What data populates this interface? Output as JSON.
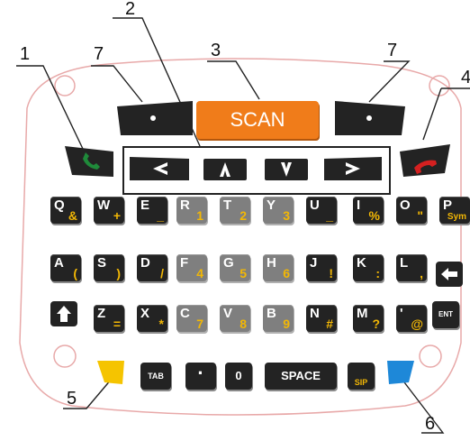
{
  "callouts": {
    "c1": "1",
    "c2": "2",
    "c3": "3",
    "c4": "4",
    "c5": "5",
    "c6": "6",
    "c7a": "7",
    "c7b": "7"
  },
  "scan_label": "SCAN",
  "space_label": "SPACE",
  "tab_label": "TAB",
  "ent_label": "ENT",
  "zero_label": "0",
  "sip_label": "SIP",
  "rows": [
    [
      {
        "p": "Q",
        "s": "&"
      },
      {
        "p": "W",
        "s": "+"
      },
      {
        "p": "E",
        "s": "_"
      },
      {
        "p": "R",
        "s": "1",
        "g": true
      },
      {
        "p": "T",
        "s": "2",
        "g": true
      },
      {
        "p": "Y",
        "s": "3",
        "g": true
      },
      {
        "p": "U",
        "s": "_"
      },
      {
        "p": "I",
        "s": "%"
      },
      {
        "p": "O",
        "s": "\""
      },
      {
        "p": "P",
        "s": "Sym"
      }
    ],
    [
      {
        "p": "A",
        "s": "("
      },
      {
        "p": "S",
        "s": ")"
      },
      {
        "p": "D",
        "s": "/"
      },
      {
        "p": "F",
        "s": "4",
        "g": true
      },
      {
        "p": "G",
        "s": "5",
        "g": true
      },
      {
        "p": "H",
        "s": "6",
        "g": true
      },
      {
        "p": "J",
        "s": "!"
      },
      {
        "p": "K",
        "s": ":"
      },
      {
        "p": "L",
        "s": ","
      }
    ],
    [
      {
        "p": "Z",
        "s": "="
      },
      {
        "p": "X",
        "s": "*"
      },
      {
        "p": "C",
        "s": "7",
        "g": true
      },
      {
        "p": "V",
        "s": "8",
        "g": true
      },
      {
        "p": "B",
        "s": "9",
        "g": true
      },
      {
        "p": "N",
        "s": "#"
      },
      {
        "p": "M",
        "s": "?"
      },
      {
        "p": "'",
        "s": "@"
      }
    ]
  ],
  "colors": {
    "scan": "#f07c1a",
    "send": "#1f8a3a",
    "end": "#d42020",
    "left_soft": "#f5c400",
    "right_soft": "#1e88d8",
    "key": "#232323",
    "key_grey": "#7f7f7f",
    "sub_label": "#f2b705",
    "outline": "#e8a9a9"
  },
  "icons": [
    "phone-send-icon",
    "phone-end-icon",
    "arrow-left-icon",
    "arrow-up-icon",
    "arrow-down-icon",
    "arrow-right-icon",
    "backspace-arrow-icon",
    "shift-arrow-icon",
    "windows-icon"
  ]
}
